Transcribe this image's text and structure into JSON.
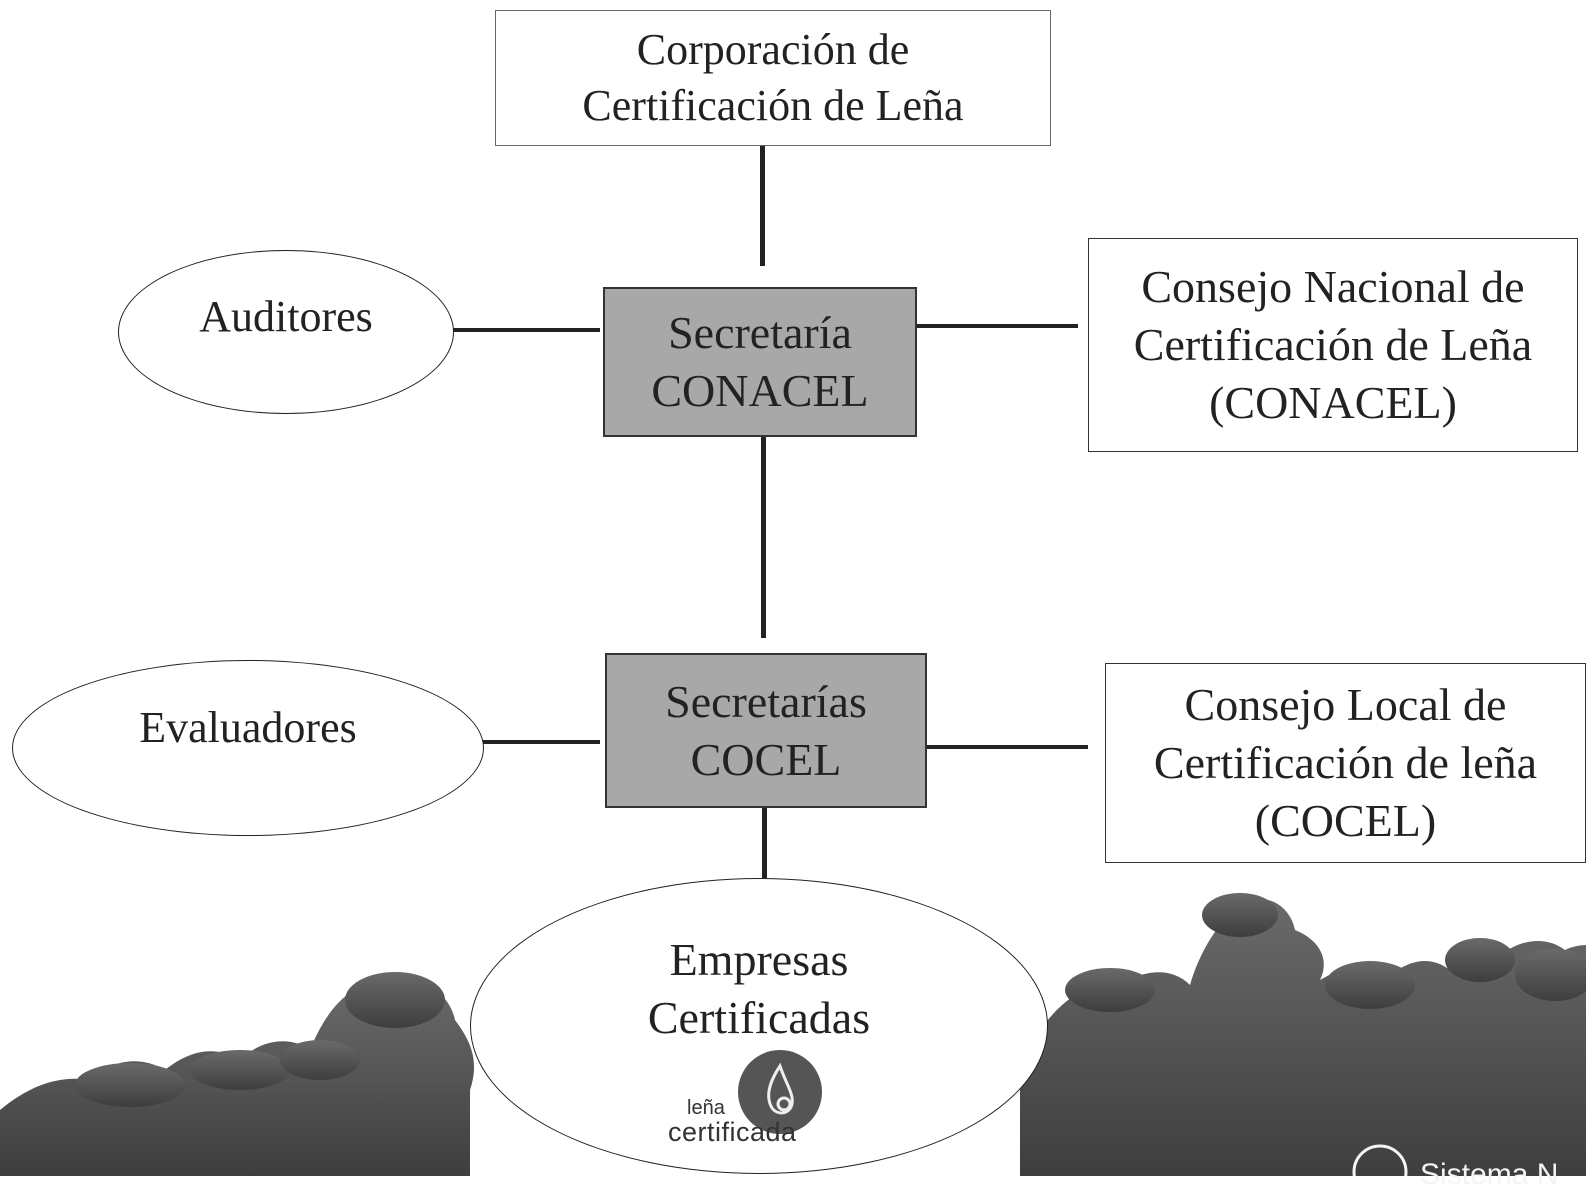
{
  "nodes": {
    "corporacion": {
      "lines": [
        "Corporación de",
        "Certificación de Leña"
      ]
    },
    "secretaria_conacel": {
      "lines": [
        "Secretaría",
        "CONACEL"
      ]
    },
    "conacel": {
      "lines": [
        "Consejo Nacional de",
        "Certificación de Leña",
        "(CONACEL)"
      ]
    },
    "auditores": {
      "lines": [
        "Auditores"
      ]
    },
    "secretarias_cocel": {
      "lines": [
        "Secretarías",
        "COCEL"
      ]
    },
    "cocel": {
      "lines": [
        "Consejo Local de",
        "Certificación de leña",
        "(COCEL)"
      ]
    },
    "evaluadores": {
      "lines": [
        "Evaluadores"
      ]
    },
    "empresas": {
      "lines": [
        "Empresas",
        "Certificadas"
      ]
    }
  },
  "logo": {
    "line1": "leña",
    "line2": "certificada",
    "icon": "flame-drop-icon"
  },
  "footer": {
    "text": "Sistema N"
  },
  "colors": {
    "shaded_box": "#a8a8a8",
    "border": "#333333",
    "forest": "#5a5a5a"
  }
}
